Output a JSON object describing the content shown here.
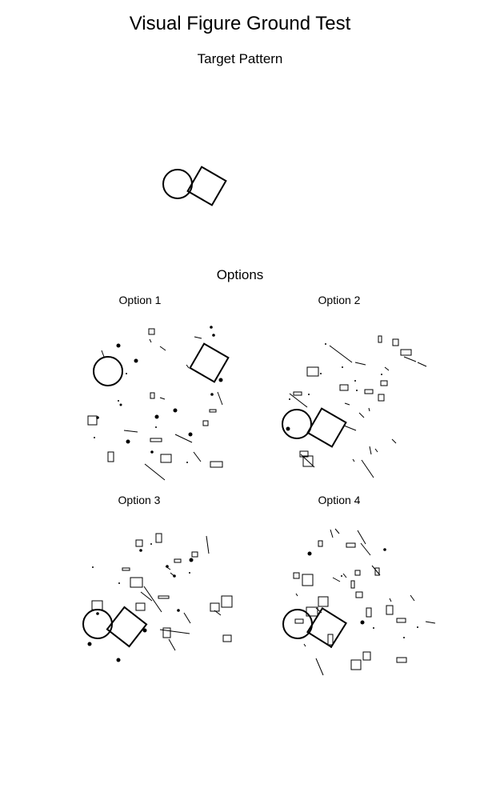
{
  "title": "Visual Figure Ground Test",
  "target_label": "Target Pattern",
  "options_heading": "Options",
  "options": [
    {
      "label": "Option 1"
    },
    {
      "label": "Option 2"
    },
    {
      "label": "Option 3"
    },
    {
      "label": "Option 4"
    }
  ]
}
